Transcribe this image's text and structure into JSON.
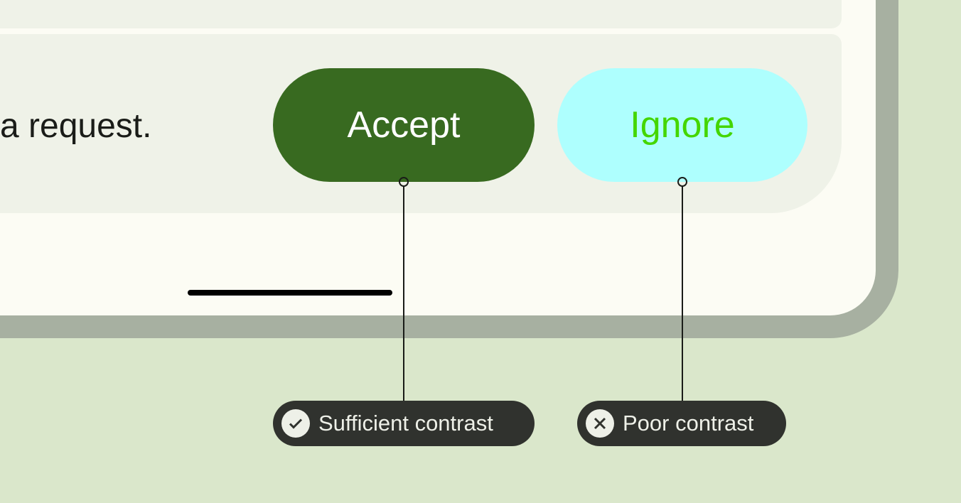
{
  "message": "a request.",
  "buttons": {
    "accept": "Accept",
    "ignore": "Ignore"
  },
  "colors": {
    "accept_bg": "#386a20",
    "accept_text": "#ffffff",
    "ignore_bg": "#aefffe",
    "ignore_text": "#44d600"
  },
  "annotations": [
    {
      "label": "Sufficient contrast",
      "icon": "check-icon"
    },
    {
      "label": "Poor contrast",
      "icon": "close-icon"
    }
  ]
}
